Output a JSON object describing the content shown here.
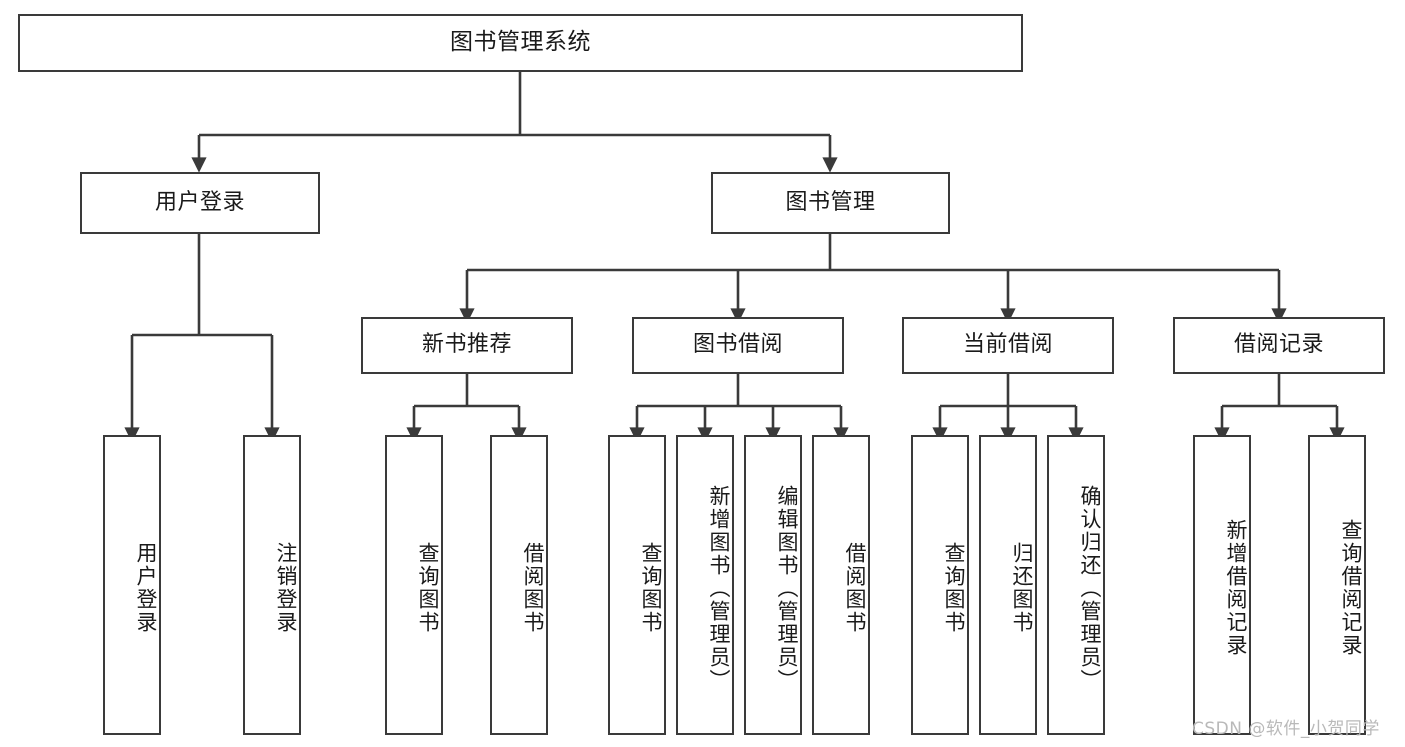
{
  "diagram": {
    "title": "图书管理系统",
    "type": "tree-hierarchy-chart",
    "colors": {
      "background": "#ffffff",
      "node_border": "#3a3a3a",
      "node_fill": "#ffffff",
      "edge": "#3a3a3a",
      "text": "#1a1a1a",
      "watermark": "#b9b9b9"
    }
  },
  "root": {
    "label": "图书管理系统"
  },
  "level2": [
    {
      "label": "用户登录"
    },
    {
      "label": "图书管理"
    }
  ],
  "level3": [
    {
      "label": "新书推荐"
    },
    {
      "label": "图书借阅"
    },
    {
      "label": "当前借阅"
    },
    {
      "label": "借阅记录"
    }
  ],
  "leaves": {
    "user_login": [
      {
        "label": "用户登录"
      },
      {
        "label": "注销登录"
      }
    ],
    "new_book": [
      {
        "label": "查询图书"
      },
      {
        "label": "借阅图书"
      }
    ],
    "book_borrow": [
      {
        "label": "查询图书"
      },
      {
        "label": "新增图书（管理员）"
      },
      {
        "label": "编辑图书（管理员）"
      },
      {
        "label": "借阅图书"
      }
    ],
    "current_borrow": [
      {
        "label": "查询图书"
      },
      {
        "label": "归还图书"
      },
      {
        "label": "确认归还（管理员）"
      }
    ],
    "borrow_record": [
      {
        "label": "新增借阅记录"
      },
      {
        "label": "查询借阅记录"
      }
    ]
  },
  "watermark": {
    "text": "CSDN @软件_小贺同学"
  }
}
